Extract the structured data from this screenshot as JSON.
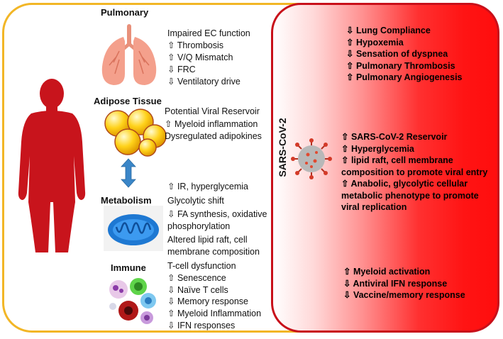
{
  "panels": {
    "left": {
      "pulmonary": {
        "title": "Pulmonary",
        "items": [
          "Impaired EC function",
          "⇧ Thrombosis",
          "⇧ V/Q Mismatch",
          "⇩ FRC",
          "⇩ Ventilatory drive"
        ]
      },
      "adipose": {
        "title": "Adipose Tissue",
        "items": [
          "Potential Viral Reservoir",
          "⇧ Myeloid inflammation",
          "Dysregulated adipokines"
        ]
      },
      "metabolism": {
        "title": "Metabolism",
        "items": [
          "⇧ IR, hyperglycemia",
          "Glycolytic shift",
          "⇩ FA synthesis, oxidative",
          "phosphorylation",
          "Altered lipid raft, cell",
          "membrane composition"
        ]
      },
      "immune": {
        "title": "Immune",
        "items": [
          "T-cell dysfunction",
          "⇧ Senescence",
          "⇩ Naïve T cells",
          "⇩ Memory response",
          "⇧ Myeloid Inflammation",
          "⇩ IFN responses"
        ]
      }
    },
    "virus_label": "SARS-CoV-2",
    "right": {
      "pulmonary": [
        "⇩ Lung Compliance",
        "⇧ Hypoxemia",
        "⇩ Sensation of dyspnea",
        "⇧ Pulmonary Thrombosis",
        "⇧ Pulmonary Angiogenesis"
      ],
      "metabolic": [
        "⇧ SARS-CoV-2 Reservoir",
        "⇧ Hyperglycemia",
        "⇧ lipid raft, cell membrane",
        "composition to promote viral entry",
        "⇧  Anabolic, glycolytic cellular",
        "metabolic phenotype to promote",
        "viral replication"
      ],
      "immune": [
        "⇧ Myeloid activation",
        "⇩ Antiviral IFN response",
        "⇩ Vaccine/memory response"
      ]
    }
  },
  "colors": {
    "left_border": "#f2b626",
    "right_border": "#c8101a",
    "body_silhouette": "#c8141c",
    "arrow": "#3a86c8"
  },
  "icons": [
    "human-silhouette-icon",
    "lungs-icon",
    "adipocytes-icon",
    "double-arrow-icon",
    "mitochondrion-icon",
    "immune-cells-icon",
    "coronavirus-icon"
  ]
}
